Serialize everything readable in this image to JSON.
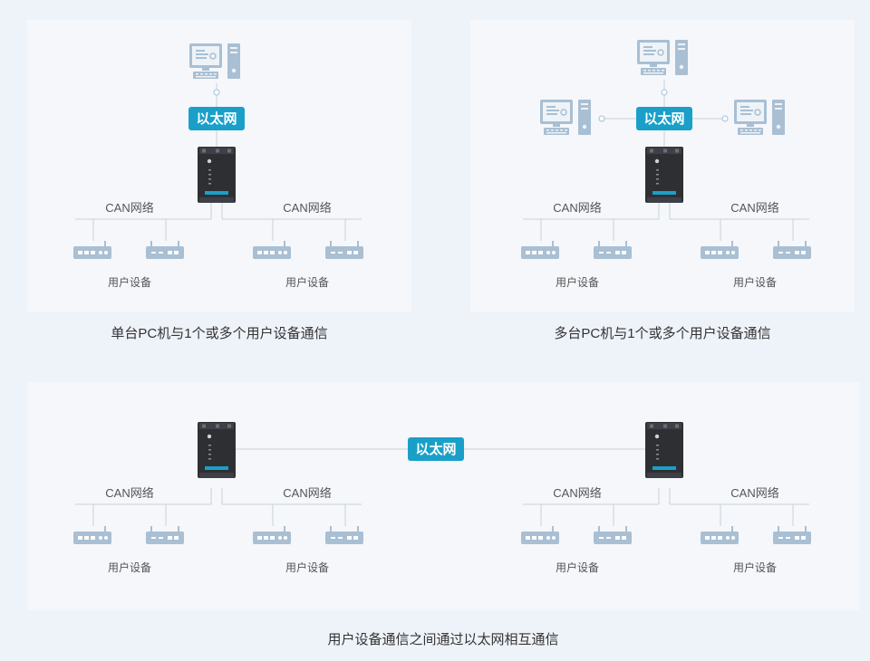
{
  "ethernet_label": "以太网",
  "can_label": "CAN网络",
  "user_device_label": "用户设备",
  "captions": {
    "single_pc": "单台PC机与1个或多个用户设备通信",
    "multi_pc": "多台PC机与1个或多个用户设备通信",
    "device_to_device": "用户设备通信之间通过以太网相互通信"
  },
  "colors": {
    "accent": "#1aa0c8",
    "icon": "#a9bfd3",
    "line": "#c8d0da",
    "device": "#2d2f33",
    "panel": "#f5f7fb",
    "background": "#eef2f9"
  }
}
